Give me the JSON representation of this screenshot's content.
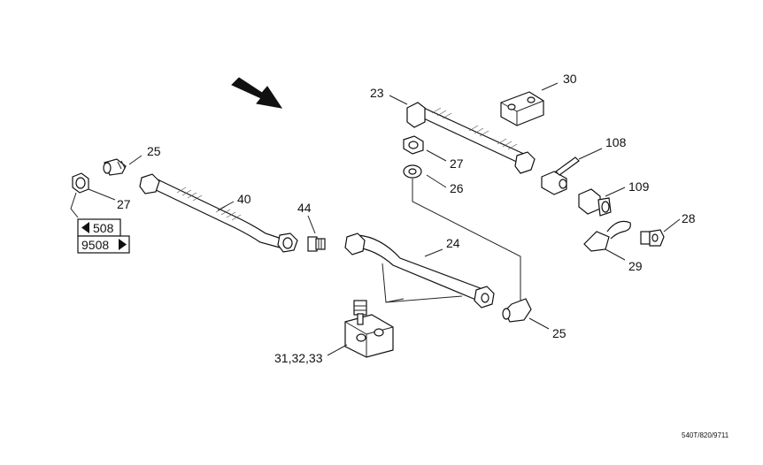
{
  "diagram": {
    "callouts": [
      {
        "id": "c23",
        "text": "23"
      },
      {
        "id": "c30",
        "text": "30"
      },
      {
        "id": "c25a",
        "text": "25"
      },
      {
        "id": "c27a",
        "text": "27"
      },
      {
        "id": "c108",
        "text": "108"
      },
      {
        "id": "c26",
        "text": "26"
      },
      {
        "id": "c109",
        "text": "109"
      },
      {
        "id": "c40",
        "text": "40"
      },
      {
        "id": "c27b",
        "text": "27"
      },
      {
        "id": "c44",
        "text": "44"
      },
      {
        "id": "c28",
        "text": "28"
      },
      {
        "id": "c24",
        "text": "24"
      },
      {
        "id": "c29",
        "text": "29"
      },
      {
        "id": "c25b",
        "text": "25"
      },
      {
        "id": "c31",
        "text": "31,32,33"
      }
    ],
    "page_refs": {
      "back": "508",
      "forward": "9508"
    },
    "drawing_code": "540T/820/9711"
  }
}
